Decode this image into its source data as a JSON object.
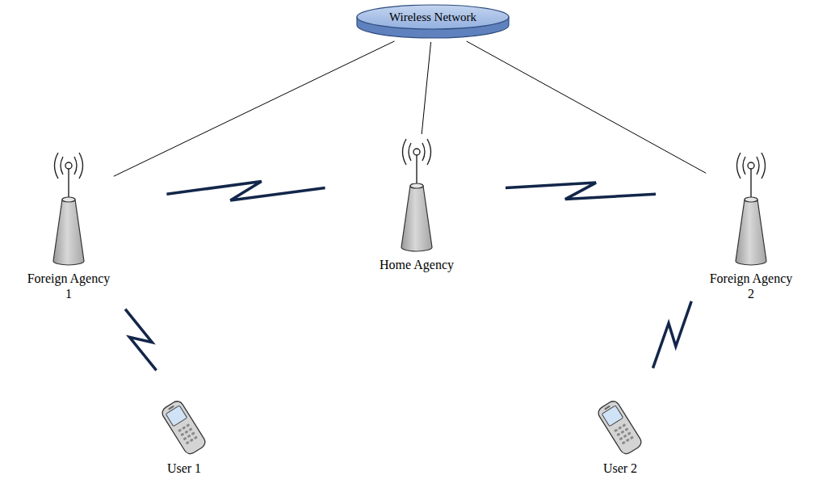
{
  "diagram": {
    "nodes": [
      {
        "text": [
          "Wireless Network"
        ]
      },
      {
        "text": [
          "Foreign Agency 1"
        ]
      },
      {
        "text": [
          "Home Agency"
        ]
      },
      {
        "text": [
          "Foreign Agency 2"
        ]
      },
      {
        "text": [
          "User 1"
        ]
      },
      {
        "text": [
          "User 2"
        ]
      }
    ],
    "edges": [
      {
        "from": 0,
        "to": 1,
        "arrow": "none"
      },
      {
        "from": 0,
        "to": 2,
        "arrow": "none"
      },
      {
        "from": 0,
        "to": 3,
        "arrow": "none"
      },
      {
        "from": 1,
        "to": 2,
        "arrow": "none"
      },
      {
        "from": 2,
        "to": 3,
        "arrow": "none"
      },
      {
        "from": 1,
        "to": 4,
        "arrow": "none"
      },
      {
        "from": 3,
        "to": 5,
        "arrow": "none"
      }
    ]
  }
}
